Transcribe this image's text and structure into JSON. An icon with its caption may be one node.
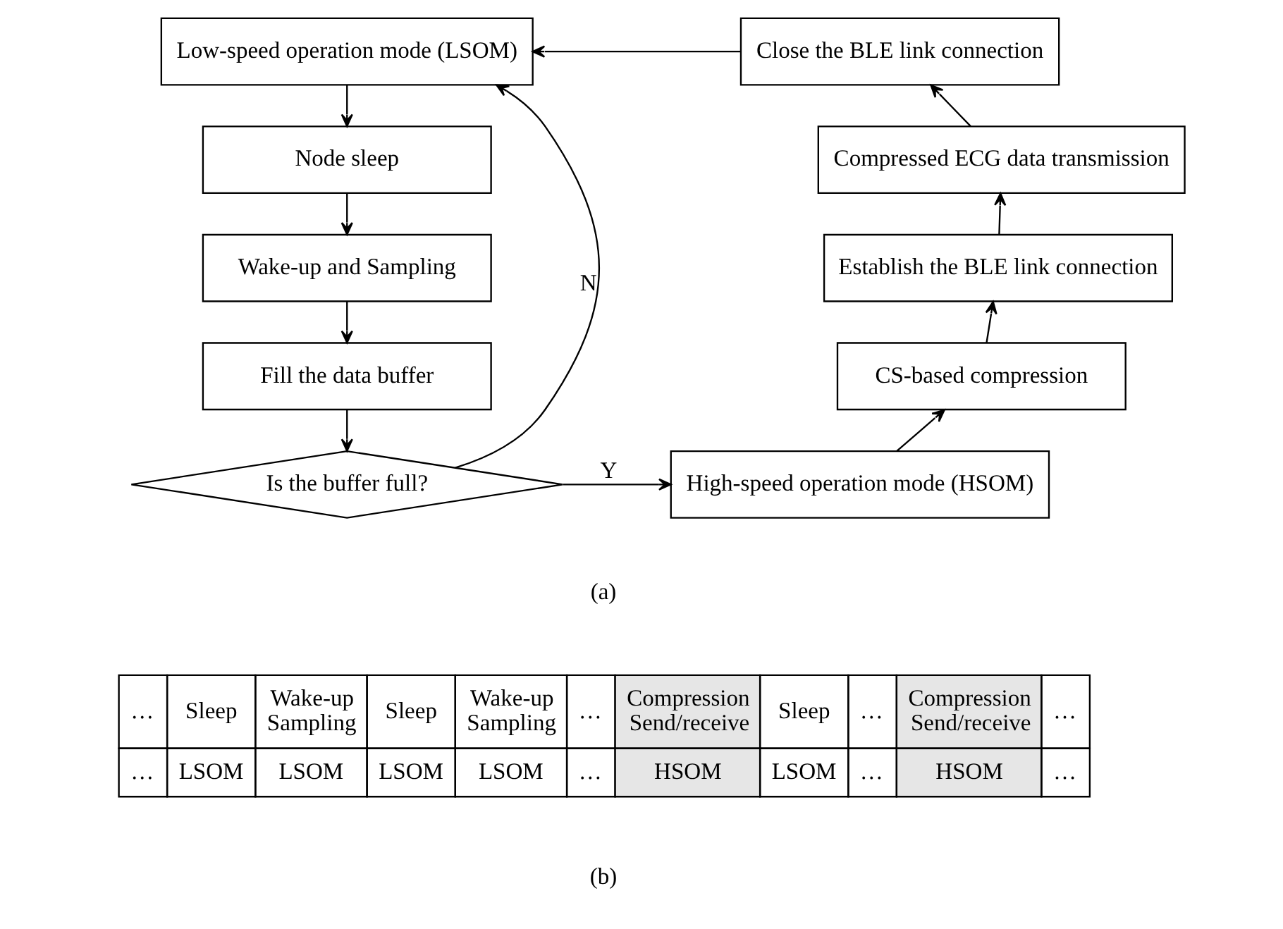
{
  "diagram": {
    "nodes": [
      {
        "text": [
          "Low-speed operation mode (LSOM)"
        ]
      },
      {
        "text": [
          "Node sleep"
        ]
      },
      {
        "text": [
          "Wake-up and Sampling"
        ]
      },
      {
        "text": [
          "Fill the data buffer"
        ]
      },
      {
        "text": [
          "Is the buffer full?"
        ]
      },
      {
        "text": [
          "High-speed operation mode (HSOM)"
        ]
      },
      {
        "text": [
          "CS-based compression"
        ]
      },
      {
        "text": [
          "Establish the BLE link connection"
        ]
      },
      {
        "text": [
          "Compressed ECG data transmission"
        ]
      },
      {
        "text": [
          "Close the BLE link connection"
        ]
      }
    ],
    "edges": [
      {
        "from": 0,
        "to": 1,
        "arrow": "to"
      },
      {
        "from": 1,
        "to": 2,
        "arrow": "to"
      },
      {
        "from": 2,
        "to": 3,
        "arrow": "to"
      },
      {
        "from": 3,
        "to": 4,
        "arrow": "to"
      },
      {
        "from": 4,
        "to": 0,
        "arrow": "to",
        "label": "N"
      },
      {
        "from": 4,
        "to": 5,
        "arrow": "to",
        "label": "Y"
      },
      {
        "from": 5,
        "to": 6,
        "arrow": "to"
      },
      {
        "from": 6,
        "to": 7,
        "arrow": "to"
      },
      {
        "from": 7,
        "to": 8,
        "arrow": "to"
      },
      {
        "from": 8,
        "to": 9,
        "arrow": "to"
      },
      {
        "from": 9,
        "to": 0,
        "arrow": "to"
      }
    ],
    "labels": [
      "(a)",
      "…",
      "Sleep",
      "Wake-up Sampling",
      "Sleep",
      "Wake-up Sampling",
      "…",
      "Compression Send/receive",
      "Sleep",
      "…",
      "Compression Send/receive",
      "…",
      "…",
      "LSOM",
      "LSOM",
      "LSOM",
      "LSOM",
      "…",
      "HSOM",
      "LSOM",
      "…",
      "HSOM",
      "…",
      "(b)"
    ]
  }
}
